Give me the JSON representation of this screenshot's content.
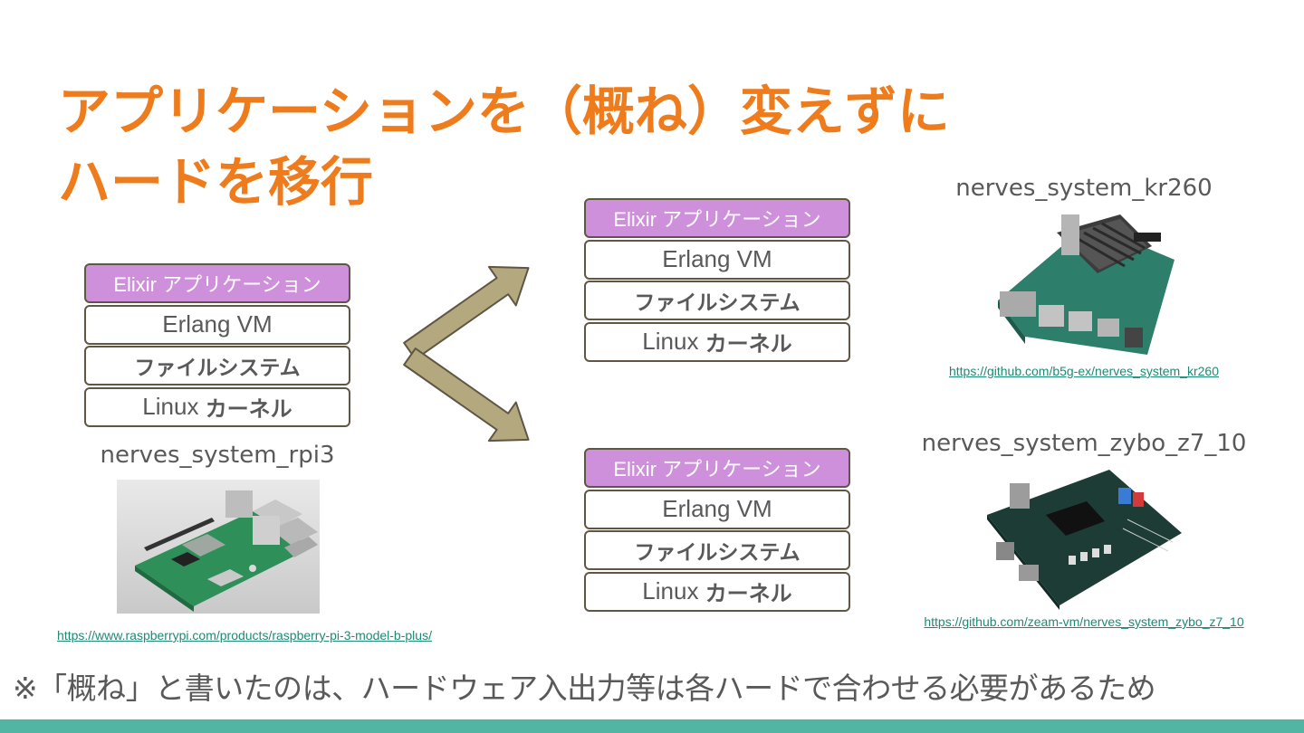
{
  "slide": {
    "title_line1": "アプリケーションを（概ね）変えずに",
    "title_line2": "ハードを移行",
    "note": "※「概ね」と書いたのは、ハードウェア入出力等は各ハードで合わせる必要があるため"
  },
  "stack": {
    "app": "Elixir アプリケーション",
    "vm": "Erlang VM",
    "fs": "ファイルシステム",
    "kernel_prefix": "Linux ",
    "kernel_suffix": "カーネル"
  },
  "boards": {
    "rpi3": {
      "name": "nerves_system_rpi3",
      "url": "https://www.raspberrypi.com/products/raspberry-pi-3-model-b-plus/"
    },
    "kr260": {
      "name": "nerves_system_kr260",
      "url": "https://github.com/b5g-ex/nerves_system_kr260"
    },
    "zybo": {
      "name": "nerves_system_zybo_z7_10",
      "url": "https://github.com/zeam-vm/nerves_system_zybo_z7_10"
    }
  },
  "colors": {
    "title": "#ee7b1c",
    "app_layer": "#ce90db",
    "arrow": "#b3a87e",
    "bar": "#52b5a4",
    "link": "#1f8a74"
  }
}
